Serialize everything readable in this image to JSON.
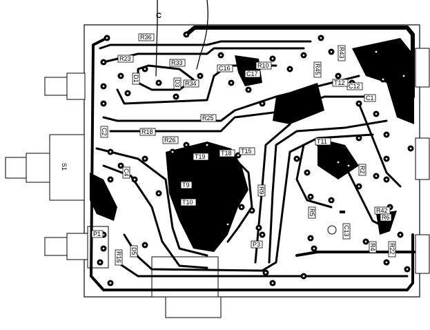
{
  "diagram": {
    "type": "pcb-layout",
    "wire_label": "C",
    "switch_label": "S1",
    "components": [
      "R36",
      "R23",
      "R33",
      "R34",
      "R10",
      "R45",
      "R43",
      "R25",
      "R18",
      "R26",
      "R9",
      "R5",
      "R2",
      "R42",
      "R6",
      "R4",
      "R22",
      "R16",
      "C16",
      "C17",
      "C13",
      "C1",
      "C12",
      "C2",
      "C4",
      "D1",
      "D3",
      "D5",
      "T9",
      "T10",
      "T19",
      "T18",
      "T15",
      "T11",
      "T12",
      "P3",
      "P1"
    ],
    "colors": {
      "copper": "#000000",
      "board": "#ffffff"
    }
  }
}
